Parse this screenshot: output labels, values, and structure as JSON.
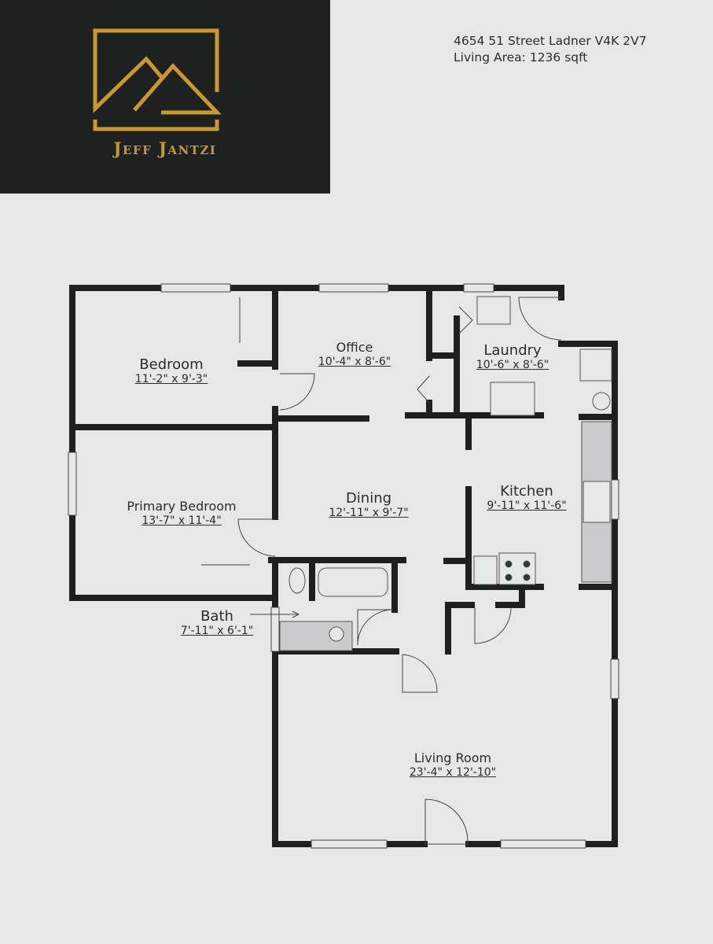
{
  "brand": {
    "name": "Jeff Jantzi",
    "logo_icon": "mountain-roof-frame-icon",
    "colors": {
      "card_bg": "#1f2121",
      "gold": "#c9982f"
    }
  },
  "property": {
    "address": "4654 51 Street Ladner V4K 2V7",
    "living_area": "Living Area: 1236 sqft"
  },
  "rooms": [
    {
      "id": "bedroom",
      "name": "Bedroom",
      "dims": "11'-2\" x 9'-3\""
    },
    {
      "id": "office",
      "name": "Office",
      "dims": "10'-4\" x 8'-6\""
    },
    {
      "id": "laundry",
      "name": "Laundry",
      "dims": "10'-6\" x 8'-6\""
    },
    {
      "id": "primary-bedroom",
      "name": "Primary Bedroom",
      "dims": "13'-7\" x 11'-4\""
    },
    {
      "id": "dining",
      "name": "Dining",
      "dims": "12'-11\" x 9'-7\""
    },
    {
      "id": "kitchen",
      "name": "Kitchen",
      "dims": "9'-11\" x 11'-6\""
    },
    {
      "id": "bath",
      "name": "Bath",
      "dims": "7'-11\" x 6'-1\""
    },
    {
      "id": "living-room",
      "name": "Living Room",
      "dims": "23'-4\" x 12'-10\""
    }
  ],
  "colors": {
    "wall": "#1e2020",
    "paper": "#e6e8e8",
    "counter": "#c9cccd"
  }
}
